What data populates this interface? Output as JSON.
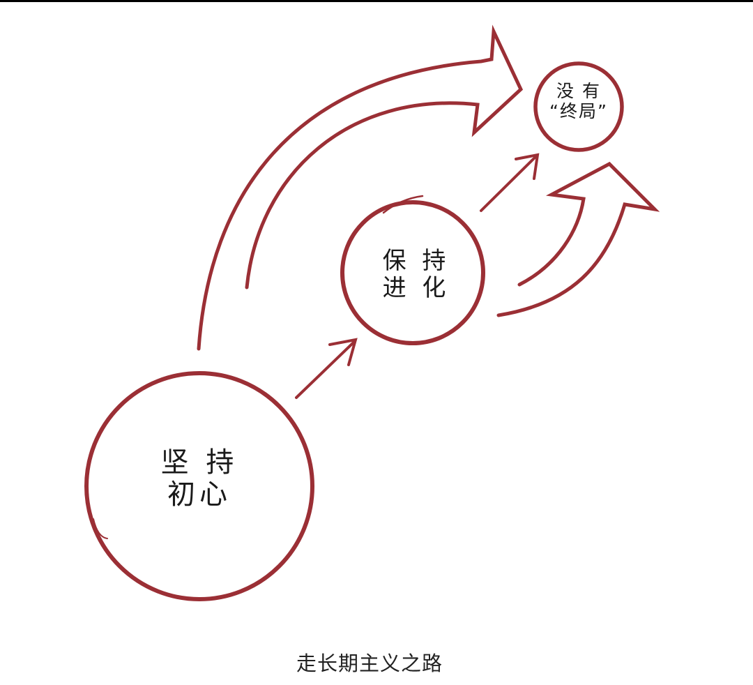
{
  "diagram": {
    "title": "走长期主义之路",
    "stroke_color": "#9b2f35",
    "nodes": [
      {
        "id": "start",
        "lines": [
          "坚 持",
          "初心"
        ],
        "text": "坚持初心"
      },
      {
        "id": "middle",
        "lines": [
          "保 持",
          "进 化"
        ],
        "text": "保持进化"
      },
      {
        "id": "end",
        "lines": [
          "没 有",
          "“终局”"
        ],
        "text": "没有“终局”"
      }
    ],
    "edges": [
      {
        "from": "坚持初心",
        "to": "保持进化",
        "style": "thin-arrow"
      },
      {
        "from": "保持进化",
        "to": "没有“终局”",
        "style": "thin-arrow"
      },
      {
        "from": "坚持初心",
        "to": "没有“终局”",
        "style": "large-curved-hollow-arrow"
      },
      {
        "from": "保持进化",
        "to": "beyond",
        "style": "large-curved-hollow-arrow"
      }
    ]
  }
}
